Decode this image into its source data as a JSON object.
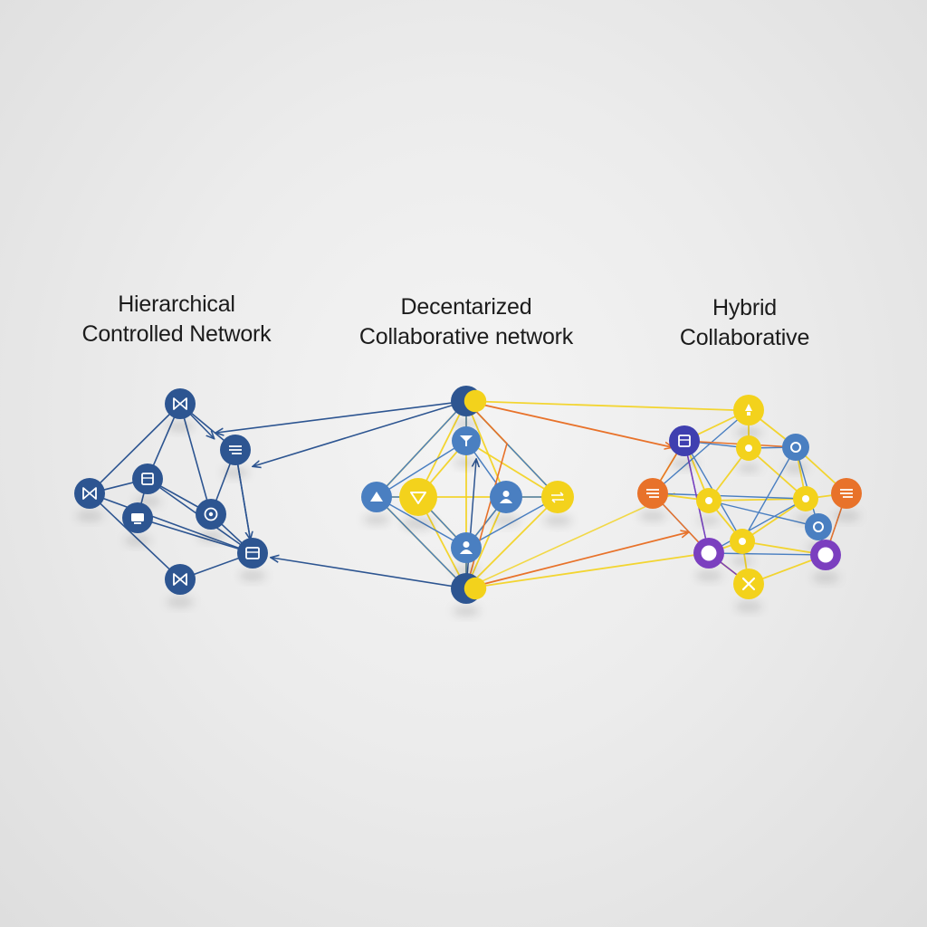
{
  "titles": {
    "hierarchical": {
      "line1": "Hierarchical",
      "line2": "Controlled Network"
    },
    "decentralized": {
      "line1": "Decentarized",
      "line2": "Collaborative network"
    },
    "hybrid": {
      "line1": "Hybrid",
      "line2": "Collaborative"
    }
  },
  "colors": {
    "blue_dark": "#2d5591",
    "blue_mid": "#4a7fc1",
    "yellow": "#f3d21c",
    "orange": "#e8722a",
    "purple": "#7b3fbf",
    "indigo": "#3f3fb0"
  },
  "node_icons": {
    "hierarchical": [
      "bowtie-icon",
      "lines-icon",
      "square-icon",
      "bowtie-icon",
      "target-icon",
      "monitor-icon",
      "folder-icon",
      "bowtie-icon"
    ],
    "decentralized": [
      "moon-icon",
      "filter-icon",
      "triangle-icon",
      "down-triangle-icon",
      "person-icon",
      "arrows-icon",
      "person-icon",
      "moon-icon"
    ],
    "hybrid": [
      "bulb-icon",
      "square-icon",
      "dot-icon",
      "circle-icon",
      "lines-icon",
      "dot-icon",
      "dot-icon",
      "lines-icon",
      "circle-icon",
      "dot-icon",
      "ring-icon",
      "ring-icon",
      "x-icon"
    ]
  }
}
